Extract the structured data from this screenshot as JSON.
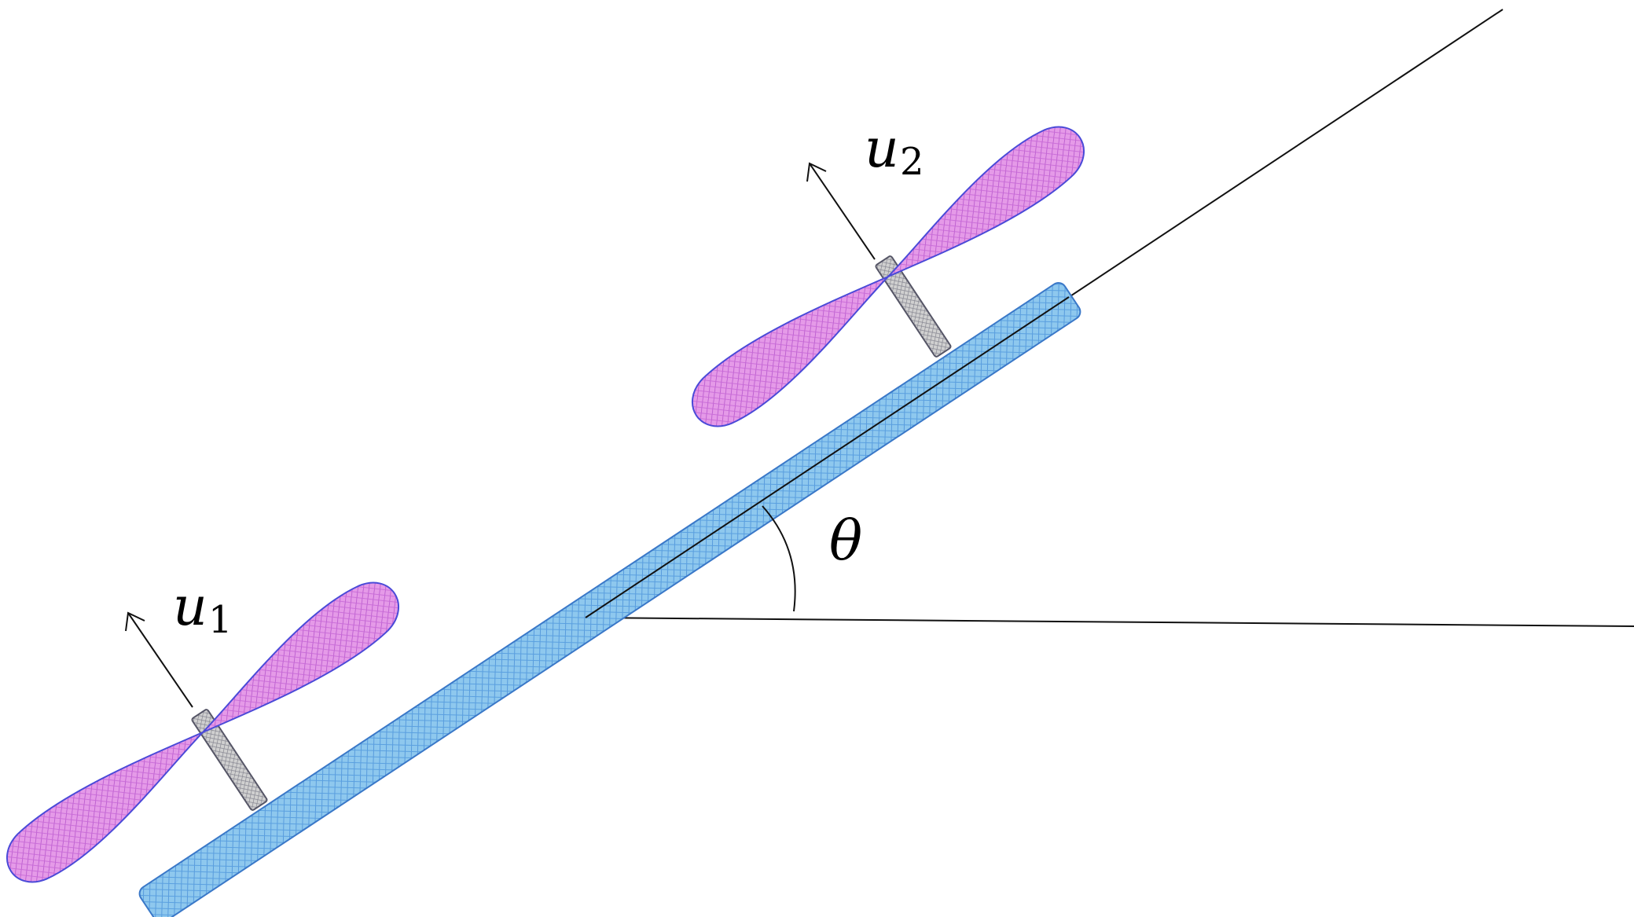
{
  "labels": {
    "u1_base": "u",
    "u1_sub": "1",
    "u2_base": "u",
    "u2_sub": "2",
    "angle": "θ"
  },
  "colors": {
    "body_fill": "#8ec8ee",
    "body_stroke": "#3a78c8",
    "propeller_fill": "#e08ae6",
    "propeller_stroke": "#4a4ad8",
    "mast_fill": "#c8c8c8",
    "mast_stroke": "#555566",
    "line": "#111111"
  },
  "icons": {
    "thrust_arrow": "arrow-icon",
    "propeller": "propeller-icon"
  }
}
